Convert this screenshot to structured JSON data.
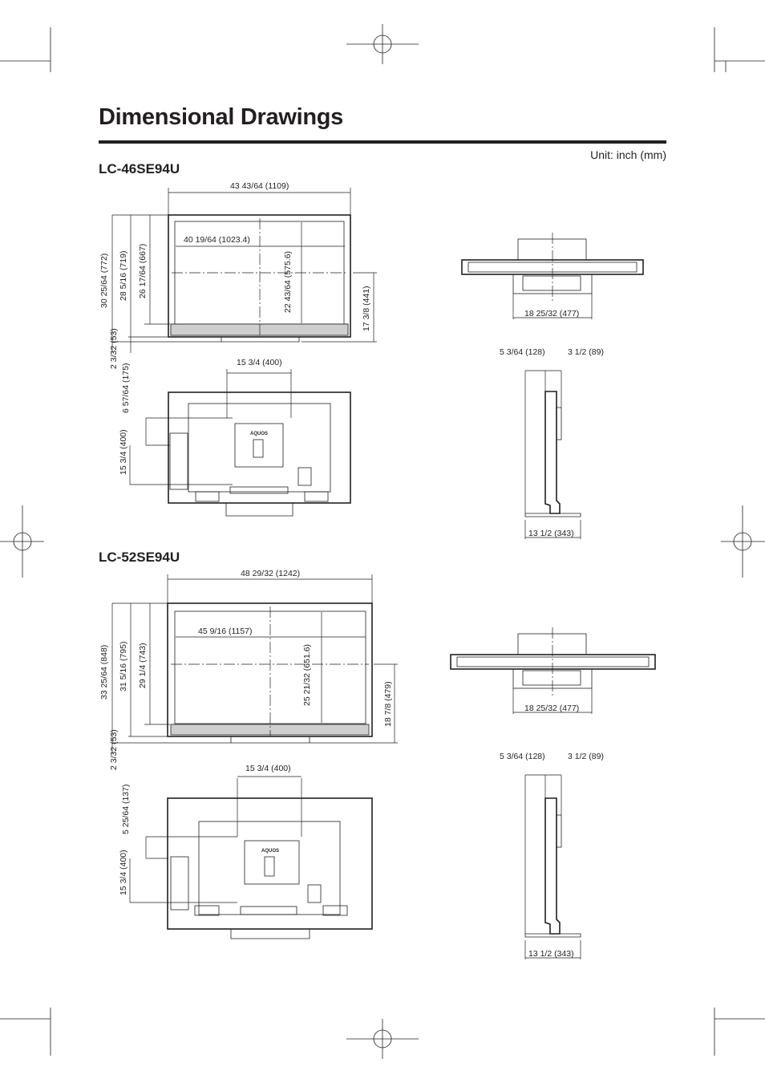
{
  "page_title": "Dimensional Drawings",
  "unit_note": "Unit: inch (mm)",
  "models": [
    {
      "name": "LC-46SE94U",
      "front": {
        "overall_width": "43 43/64 (1109)",
        "screen_width": "40 19/64 (1023.4)",
        "screen_height": "22 43/64 (575.6)",
        "height_with_stand": "30 25/64 (772)",
        "height_without_stand": "28 5/16 (719)",
        "height_mid": "26 17/64 (667)",
        "stand_height": "2 3/32 (53)",
        "right_height": "17 3/8 (441)"
      },
      "rear": {
        "vesa_width": "15 3/4 (400)",
        "top_to_mount": "6 57/64 (175)",
        "vesa_height": "15 3/4 (400)",
        "brand": "AQUOS"
      },
      "top": {
        "stand_depth": "18 25/32 (477)"
      },
      "side": {
        "depth_a": "5 3/64 (128)",
        "depth_b": "3 1/2 (89)",
        "base_depth": "13 1/2 (343)"
      }
    },
    {
      "name": "LC-52SE94U",
      "front": {
        "overall_width": "48 29/32 (1242)",
        "screen_width": "45 9/16 (1157)",
        "screen_height": "25 21/32 (651.6)",
        "height_with_stand": "33 25/64 (848)",
        "height_without_stand": "31 5/16 (795)",
        "height_mid": "29 1/4 (743)",
        "stand_height": "2 3/32 (53)",
        "right_height": "18 7/8 (479)"
      },
      "rear": {
        "vesa_width": "15 3/4 (400)",
        "top_to_mount": "5 25/64 (137)",
        "vesa_height": "15 3/4 (400)",
        "brand": "AQUOS"
      },
      "top": {
        "stand_depth": "18 25/32 (477)"
      },
      "side": {
        "depth_a": "5 3/64 (128)",
        "depth_b": "3 1/2 (89)",
        "base_depth": "13 1/2 (343)"
      }
    }
  ]
}
